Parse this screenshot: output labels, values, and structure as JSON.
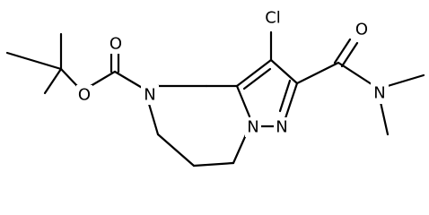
{
  "molecule": {
    "atoms": {
      "cl": "Cl",
      "o_carbamate_carbonyl": "O",
      "o_carbamate_ester": "O",
      "n_diazepine": "N",
      "n_pyrazole_1": "N",
      "n_pyrazole_2": "N",
      "o_amide": "O",
      "n_amide": "N"
    }
  }
}
